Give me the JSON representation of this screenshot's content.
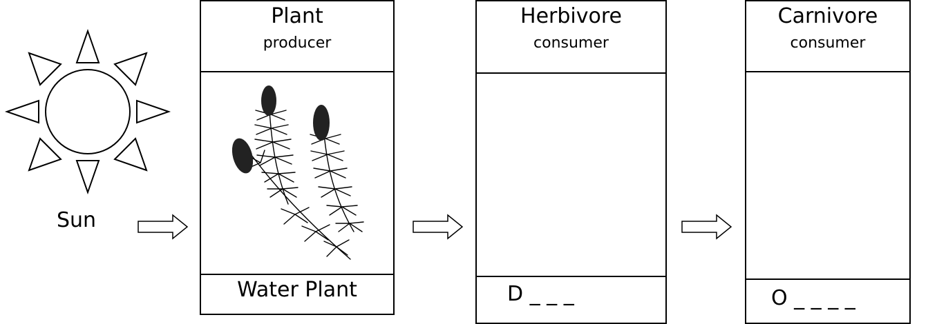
{
  "sun": {
    "label": "Sun"
  },
  "cards": [
    {
      "title": "Plant",
      "role": "producer",
      "answer": "Water Plant"
    },
    {
      "title": "Herbivore",
      "role": "consumer",
      "answer": "D _ _ _"
    },
    {
      "title": "Carnivore",
      "role": "consumer",
      "answer": "O _ _ _ _"
    }
  ],
  "icons": {
    "sun": "sun-icon",
    "arrow": "right-arrow-icon",
    "plant": "water-plant-illustration"
  }
}
